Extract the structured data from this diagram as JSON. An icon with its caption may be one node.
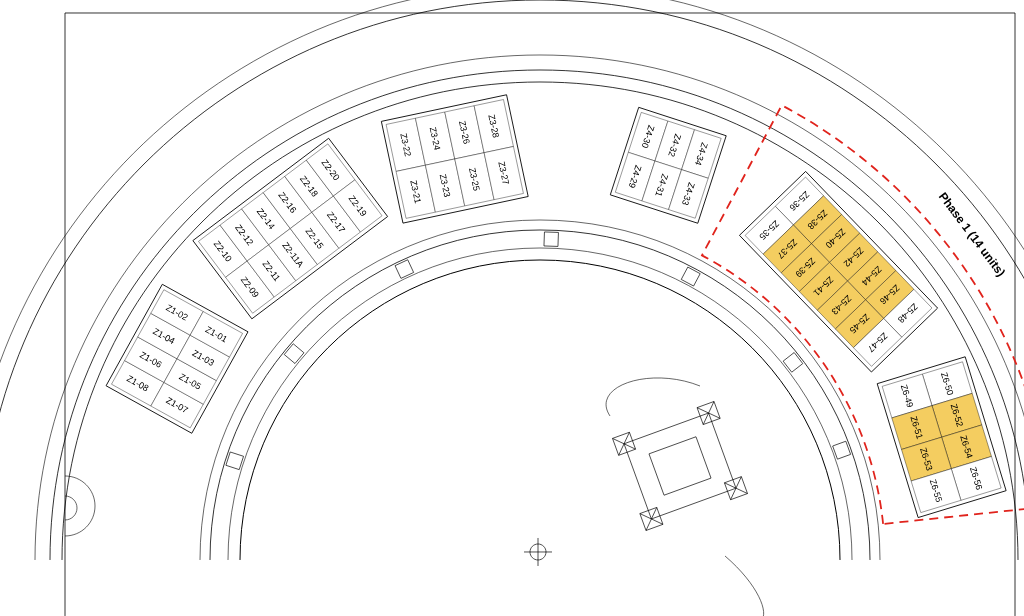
{
  "diagram": {
    "nodes": [
      {
        "text": [],
        "shape": "box"
      },
      {
        "text": [
          "Z1-08"
        ],
        "in": 0
      },
      {
        "text": [
          "Z1-06"
        ],
        "in": 0
      },
      {
        "text": [
          "Z1-04"
        ],
        "in": 0
      },
      {
        "text": [
          "Z1-02"
        ],
        "in": 0
      },
      {
        "text": [
          "Z1-07"
        ],
        "in": 0
      },
      {
        "text": [
          "Z1-05"
        ],
        "in": 0
      },
      {
        "text": [
          "Z1-03"
        ],
        "in": 0
      },
      {
        "text": [
          "Z1-01"
        ],
        "in": 0
      },
      {
        "text": [],
        "shape": "box"
      },
      {
        "text": [
          "Z2-10"
        ],
        "in": 9
      },
      {
        "text": [
          "Z2-12"
        ],
        "in": 9
      },
      {
        "text": [
          "Z2-14"
        ],
        "in": 9
      },
      {
        "text": [
          "Z2-16"
        ],
        "in": 9
      },
      {
        "text": [
          "Z2-18"
        ],
        "in": 9
      },
      {
        "text": [
          "Z2-20"
        ],
        "in": 9
      },
      {
        "text": [
          "Z2-09"
        ],
        "in": 9
      },
      {
        "text": [
          "Z2-11"
        ],
        "in": 9
      },
      {
        "text": [
          "Z2-11A"
        ],
        "in": 9
      },
      {
        "text": [
          "Z2-15"
        ],
        "in": 9
      },
      {
        "text": [
          "Z2-17"
        ],
        "in": 9
      },
      {
        "text": [
          "Z2-19"
        ],
        "in": 9
      },
      {
        "text": [],
        "shape": "box"
      },
      {
        "text": [
          "Z3-22"
        ],
        "in": 22
      },
      {
        "text": [
          "Z3-24"
        ],
        "in": 22
      },
      {
        "text": [
          "Z3-26"
        ],
        "in": 22
      },
      {
        "text": [
          "Z3-28"
        ],
        "in": 22
      },
      {
        "text": [
          "Z3-21"
        ],
        "in": 22
      },
      {
        "text": [
          "Z3-23"
        ],
        "in": 22
      },
      {
        "text": [
          "Z3-25"
        ],
        "in": 22
      },
      {
        "text": [
          "Z3-27"
        ],
        "in": 22
      },
      {
        "text": [],
        "shape": "box"
      },
      {
        "text": [
          "Z4-30"
        ],
        "in": 31
      },
      {
        "text": [
          "Z4-32"
        ],
        "in": 31
      },
      {
        "text": [
          "Z4-34"
        ],
        "in": 31
      },
      {
        "text": [
          "Z4-29"
        ],
        "in": 31
      },
      {
        "text": [
          "Z4-31"
        ],
        "in": 31
      },
      {
        "text": [
          "Z4-33"
        ],
        "in": 31
      },
      {
        "text": [
          "Phase 1 (14 units)"
        ]
      },
      {
        "text": [],
        "shape": "box",
        "in": 38
      },
      {
        "text": [
          "Z5-36"
        ],
        "in": 39
      },
      {
        "text": [
          "Z5-38"
        ],
        "in": 39
      },
      {
        "text": [
          "Z5-40"
        ],
        "in": 39
      },
      {
        "text": [
          "Z5-42"
        ],
        "in": 39
      },
      {
        "text": [
          "Z5-44"
        ],
        "in": 39
      },
      {
        "text": [
          "Z5-46"
        ],
        "in": 39
      },
      {
        "text": [
          "Z5-48"
        ],
        "in": 39
      },
      {
        "text": [
          "Z5-35"
        ],
        "in": 39
      },
      {
        "text": [
          "Z5-37"
        ],
        "in": 39
      },
      {
        "text": [
          "Z5-39"
        ],
        "in": 39
      },
      {
        "text": [
          "Z5-41"
        ],
        "in": 39
      },
      {
        "text": [
          "Z5-43"
        ],
        "in": 39
      },
      {
        "text": [
          "Z5-45"
        ],
        "in": 39
      },
      {
        "text": [
          "Z5-47"
        ],
        "in": 39
      },
      {
        "text": [],
        "shape": "box",
        "in": 38
      },
      {
        "text": [
          "Z6-50"
        ],
        "in": 54
      },
      {
        "text": [
          "Z6-52"
        ],
        "in": 54
      },
      {
        "text": [
          "Z6-54"
        ],
        "in": 54
      },
      {
        "text": [
          "Z6-56"
        ],
        "in": 54
      },
      {
        "text": [
          "Z6-49"
        ],
        "in": 54
      },
      {
        "text": [
          "Z6-51"
        ],
        "in": 54
      },
      {
        "text": [
          "Z6-53"
        ],
        "in": 54
      },
      {
        "text": [
          "Z6-55"
        ],
        "in": 54
      }
    ]
  }
}
